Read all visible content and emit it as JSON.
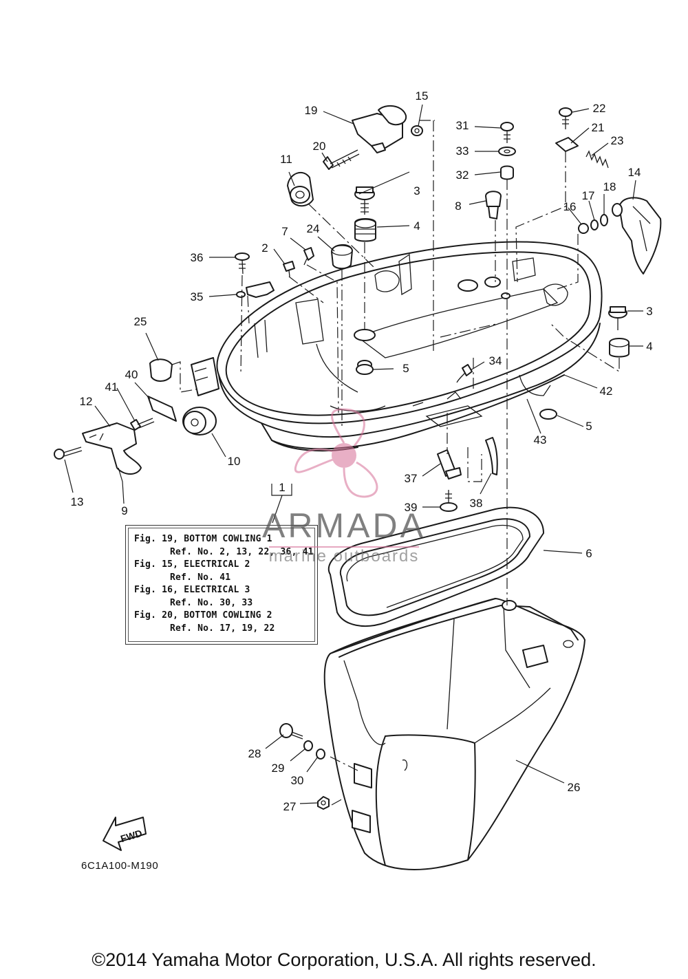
{
  "reference_box": {
    "lines": [
      {
        "text": "Fig. 19, BOTTOM COWLING 1",
        "indent": false
      },
      {
        "text": "Ref. No. 2, 13, 22, 36, 41",
        "indent": true
      },
      {
        "text": "Fig. 15, ELECTRICAL 2",
        "indent": false
      },
      {
        "text": "Ref. No. 41",
        "indent": true
      },
      {
        "text": "Fig. 16, ELECTRICAL 3",
        "indent": false
      },
      {
        "text": "Ref. No. 30, 33",
        "indent": true
      },
      {
        "text": "Fig. 20, BOTTOM COWLING 2",
        "indent": false
      },
      {
        "text": "Ref. No. 17, 19, 22",
        "indent": true
      }
    ]
  },
  "callouts": [
    {
      "id": "c1",
      "label": "1"
    },
    {
      "id": "c2",
      "label": "2"
    },
    {
      "id": "c3a",
      "label": "3"
    },
    {
      "id": "c3b",
      "label": "3"
    },
    {
      "id": "c4a",
      "label": "4"
    },
    {
      "id": "c4b",
      "label": "4"
    },
    {
      "id": "c5a",
      "label": "5"
    },
    {
      "id": "c5b",
      "label": "5"
    },
    {
      "id": "c6",
      "label": "6"
    },
    {
      "id": "c7",
      "label": "7"
    },
    {
      "id": "c8",
      "label": "8"
    },
    {
      "id": "c9",
      "label": "9"
    },
    {
      "id": "c10",
      "label": "10"
    },
    {
      "id": "c11",
      "label": "11"
    },
    {
      "id": "c12",
      "label": "12"
    },
    {
      "id": "c13",
      "label": "13"
    },
    {
      "id": "c14",
      "label": "14"
    },
    {
      "id": "c15",
      "label": "15"
    },
    {
      "id": "c16",
      "label": "16"
    },
    {
      "id": "c17",
      "label": "17"
    },
    {
      "id": "c18",
      "label": "18"
    },
    {
      "id": "c19",
      "label": "19"
    },
    {
      "id": "c20",
      "label": "20"
    },
    {
      "id": "c21",
      "label": "21"
    },
    {
      "id": "c22",
      "label": "22"
    },
    {
      "id": "c23",
      "label": "23"
    },
    {
      "id": "c24",
      "label": "24"
    },
    {
      "id": "c25",
      "label": "25"
    },
    {
      "id": "c26",
      "label": "26"
    },
    {
      "id": "c27",
      "label": "27"
    },
    {
      "id": "c28",
      "label": "28"
    },
    {
      "id": "c29",
      "label": "29"
    },
    {
      "id": "c30",
      "label": "30"
    },
    {
      "id": "c31",
      "label": "31"
    },
    {
      "id": "c32",
      "label": "32"
    },
    {
      "id": "c33",
      "label": "33"
    },
    {
      "id": "c34",
      "label": "34"
    },
    {
      "id": "c35",
      "label": "35"
    },
    {
      "id": "c36",
      "label": "36"
    },
    {
      "id": "c37",
      "label": "37"
    },
    {
      "id": "c38",
      "label": "38"
    },
    {
      "id": "c39",
      "label": "39"
    },
    {
      "id": "c40",
      "label": "40"
    },
    {
      "id": "c41",
      "label": "41"
    },
    {
      "id": "c42",
      "label": "42"
    },
    {
      "id": "c43",
      "label": "43"
    }
  ],
  "fwd_label": "FWD",
  "diagram_code": "6C1A100-M190",
  "watermark": {
    "title": "ARMADA",
    "subtitle": "marine outboards",
    "accent_color": "#d66e96"
  },
  "copyright": "©2014 Yamaha Motor Corporation, U.S.A. All rights reserved."
}
